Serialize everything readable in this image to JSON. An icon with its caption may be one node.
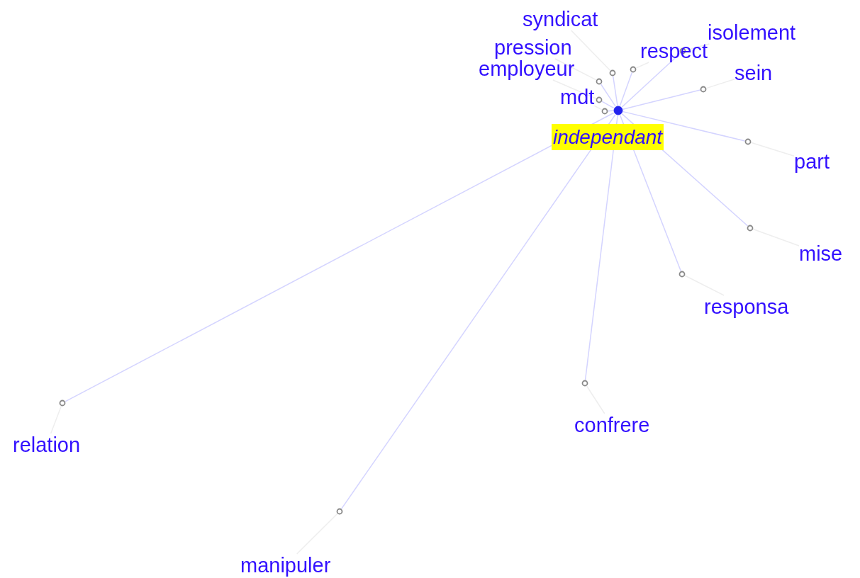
{
  "diagram": {
    "nodes": [
      {
        "text": [],
        "shape": "circle",
        "beside": [
          "independant"
        ]
      },
      {
        "text": [],
        "shape": "circle"
      },
      {
        "text": [
          "syndicat"
        ]
      },
      {
        "text": [],
        "shape": "circle"
      },
      {
        "text": [
          "pression"
        ]
      },
      {
        "text": [],
        "shape": "circle"
      },
      {
        "text": [
          "employeur"
        ]
      },
      {
        "text": [],
        "shape": "circle"
      },
      {
        "text": [
          "mdt"
        ]
      },
      {
        "text": [],
        "shape": "circle"
      },
      {
        "text": [
          "respect"
        ]
      },
      {
        "text": [],
        "shape": "circle"
      },
      {
        "text": [
          "isolement"
        ]
      },
      {
        "text": [],
        "shape": "circle"
      },
      {
        "text": [
          "sein"
        ]
      },
      {
        "text": [],
        "shape": "circle"
      },
      {
        "text": [
          "part"
        ]
      },
      {
        "text": [],
        "shape": "circle"
      },
      {
        "text": [
          "mise"
        ]
      },
      {
        "text": [],
        "shape": "circle"
      },
      {
        "text": [
          "responsa"
        ]
      },
      {
        "text": [],
        "shape": "circle"
      },
      {
        "text": [
          "confrere"
        ]
      },
      {
        "text": [],
        "shape": "circle"
      },
      {
        "text": [
          "relation"
        ]
      },
      {
        "text": [],
        "shape": "circle"
      },
      {
        "text": [
          "manipuler"
        ]
      }
    ],
    "edges": [
      {
        "from": 0,
        "to": 1,
        "arrow": "none"
      },
      {
        "from": 0,
        "to": 3,
        "arrow": "none"
      },
      {
        "from": 0,
        "to": 5,
        "arrow": "none"
      },
      {
        "from": 0,
        "to": 7,
        "arrow": "none"
      },
      {
        "from": 0,
        "to": 9,
        "arrow": "none"
      },
      {
        "from": 0,
        "to": 11,
        "arrow": "none"
      },
      {
        "from": 0,
        "to": 13,
        "arrow": "none"
      },
      {
        "from": 0,
        "to": 15,
        "arrow": "none"
      },
      {
        "from": 0,
        "to": 17,
        "arrow": "none"
      },
      {
        "from": 0,
        "to": 19,
        "arrow": "none"
      },
      {
        "from": 0,
        "to": 21,
        "arrow": "none"
      },
      {
        "from": 0,
        "to": 23,
        "arrow": "none"
      },
      {
        "from": 0,
        "to": 25,
        "arrow": "none"
      },
      {
        "from": 1,
        "to": 2,
        "arrow": "none",
        "color": "#eeeeee"
      },
      {
        "from": 3,
        "to": 4,
        "arrow": "none",
        "color": "#eeeeee"
      },
      {
        "from": 5,
        "to": 6,
        "arrow": "none",
        "color": "#eeeeee"
      },
      {
        "from": 7,
        "to": 8,
        "arrow": "none",
        "color": "#eeeeee"
      },
      {
        "from": 9,
        "to": 10,
        "arrow": "none",
        "color": "#eeeeee"
      },
      {
        "from": 11,
        "to": 12,
        "arrow": "none",
        "color": "#eeeeee"
      },
      {
        "from": 13,
        "to": 14,
        "arrow": "none",
        "color": "#eeeeee"
      },
      {
        "from": 15,
        "to": 16,
        "arrow": "none",
        "color": "#eeeeee"
      },
      {
        "from": 17,
        "to": 18,
        "arrow": "none",
        "color": "#eeeeee"
      },
      {
        "from": 19,
        "to": 20,
        "arrow": "none",
        "color": "#eeeeee"
      },
      {
        "from": 21,
        "to": 22,
        "arrow": "none",
        "color": "#eeeeee"
      },
      {
        "from": 23,
        "to": 24,
        "arrow": "none",
        "color": "#eeeeee"
      },
      {
        "from": 25,
        "to": 26,
        "arrow": "none",
        "color": "#eeeeee"
      }
    ]
  }
}
